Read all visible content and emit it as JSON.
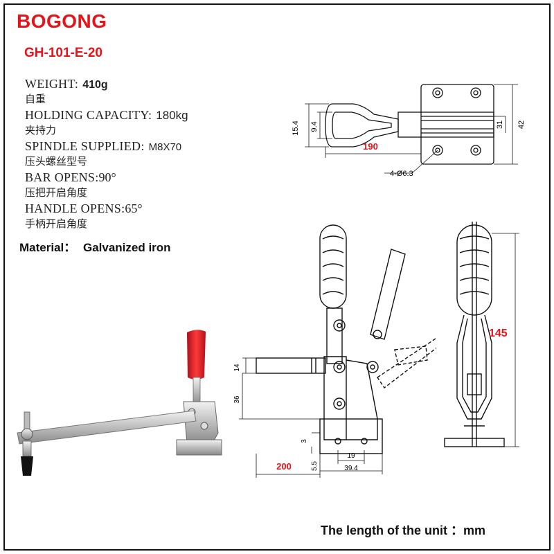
{
  "brand": "BOGONG",
  "model": "GH-101-E-20",
  "specs": {
    "weight_label": "WEIGHT:",
    "weight_value": "410g",
    "weight_cn": "自重",
    "holding_label": "HOLDING CAPACITY:",
    "holding_value": "180kg",
    "holding_cn": "夹持力",
    "spindle_label": "SPINDLE SUPPLIED:",
    "spindle_value": "M8X70",
    "spindle_cn": "压头螺丝型号",
    "bar_label": "BAR OPENS:",
    "bar_value": "90°",
    "bar_cn": "压把开启角度",
    "handle_label": "HANDLE OPENS:",
    "handle_value": "65°",
    "handle_cn": "手柄开启角度"
  },
  "material": {
    "label": "Material：",
    "value": "Galvanized iron"
  },
  "unit_note": "The length of the unit ：mm",
  "dimensions": {
    "top_15_4": "15.4",
    "top_9_4": "9.4",
    "top_190": "190",
    "top_31": "31",
    "top_42": "42",
    "hole": "4-Ø6.3",
    "side_14": "14",
    "side_36": "36",
    "side_3": "3",
    "side_5_5": "5.5",
    "side_200": "200",
    "side_19": "19",
    "side_39_4": "39.4",
    "front_145": "145"
  },
  "colors": {
    "brand_red": "#e5141b",
    "text_dark": "#222222"
  }
}
